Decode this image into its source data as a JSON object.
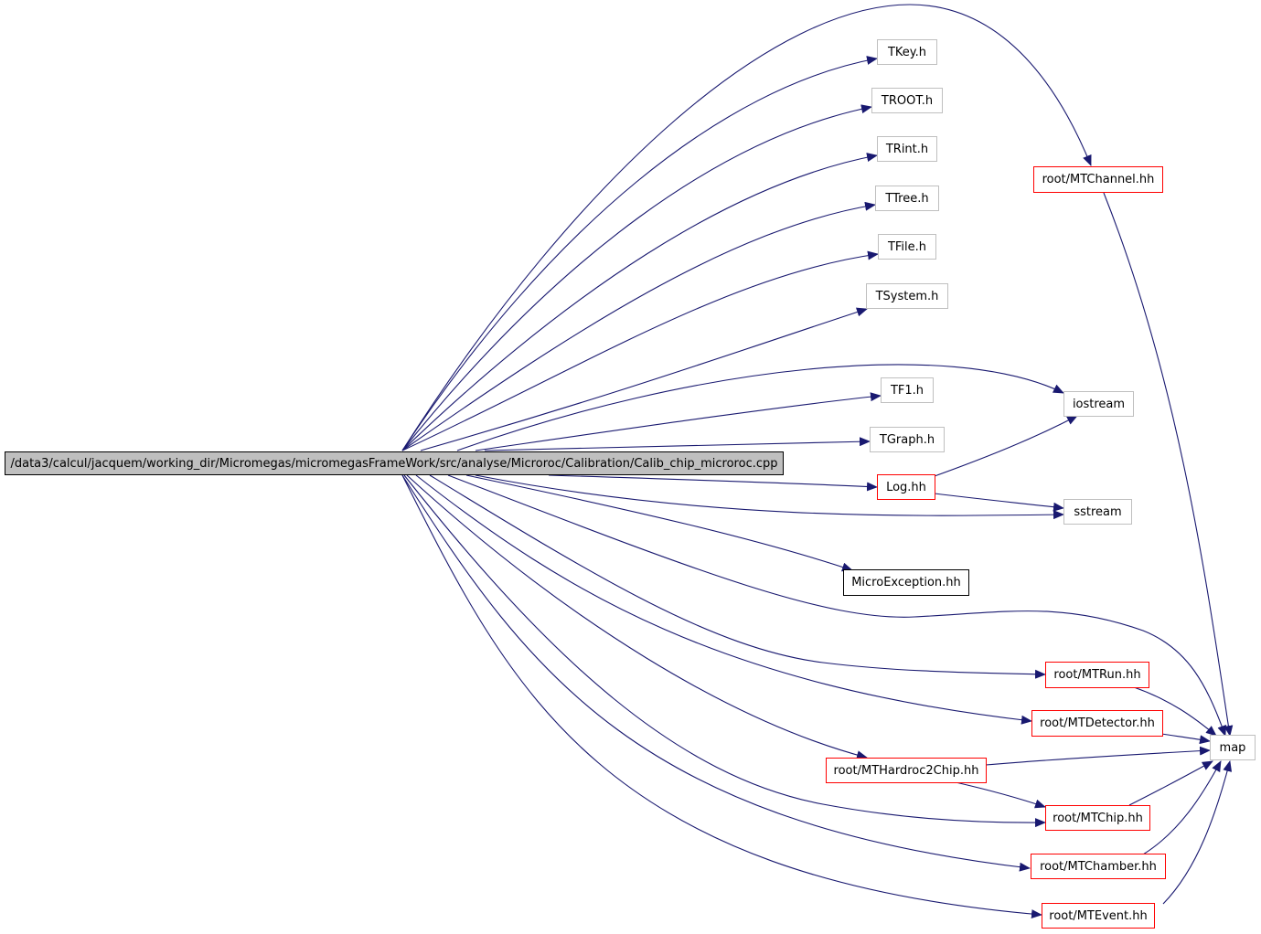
{
  "graph": {
    "root": "/data3/calcul/jacquem/working_dir/Micromegas/micromegasFrameWork/src/analyse/Microroc/Calibration/Calib_chip_microroc.cpp",
    "nodes": {
      "tkey": "TKey.h",
      "troot": "TROOT.h",
      "trint": "TRint.h",
      "ttree": "TTree.h",
      "tfile": "TFile.h",
      "tsystem": "TSystem.h",
      "mtchannel": "root/MTChannel.hh",
      "iostream": "iostream",
      "tf1": "TF1.h",
      "tgraph": "TGraph.h",
      "log": "Log.hh",
      "sstream": "sstream",
      "microexception": "MicroException.hh",
      "mtrun": "root/MTRun.hh",
      "mtdetector": "root/MTDetector.hh",
      "map": "map",
      "mthardroc2chip": "root/MTHardroc2Chip.hh",
      "mtchip": "root/MTChip.hh",
      "mtchamber": "root/MTChamber.hh",
      "mtevent": "root/MTEvent.hh"
    },
    "colors": {
      "edge": "#191970",
      "documented_border": "#ff0000",
      "undocumented_border": "#bfbfbf",
      "root_fill": "#bfbfbf"
    }
  }
}
